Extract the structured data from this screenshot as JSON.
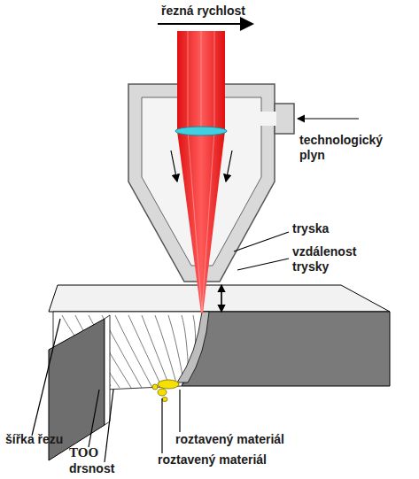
{
  "diagram": {
    "labels": [
      "řezná rychlost",
      "technologický plyn",
      "tryska",
      "vzdálenost trysky",
      "šířka řezu",
      "TOO",
      "drsnost",
      "roztavený materiál",
      "roztavený materiál"
    ]
  }
}
